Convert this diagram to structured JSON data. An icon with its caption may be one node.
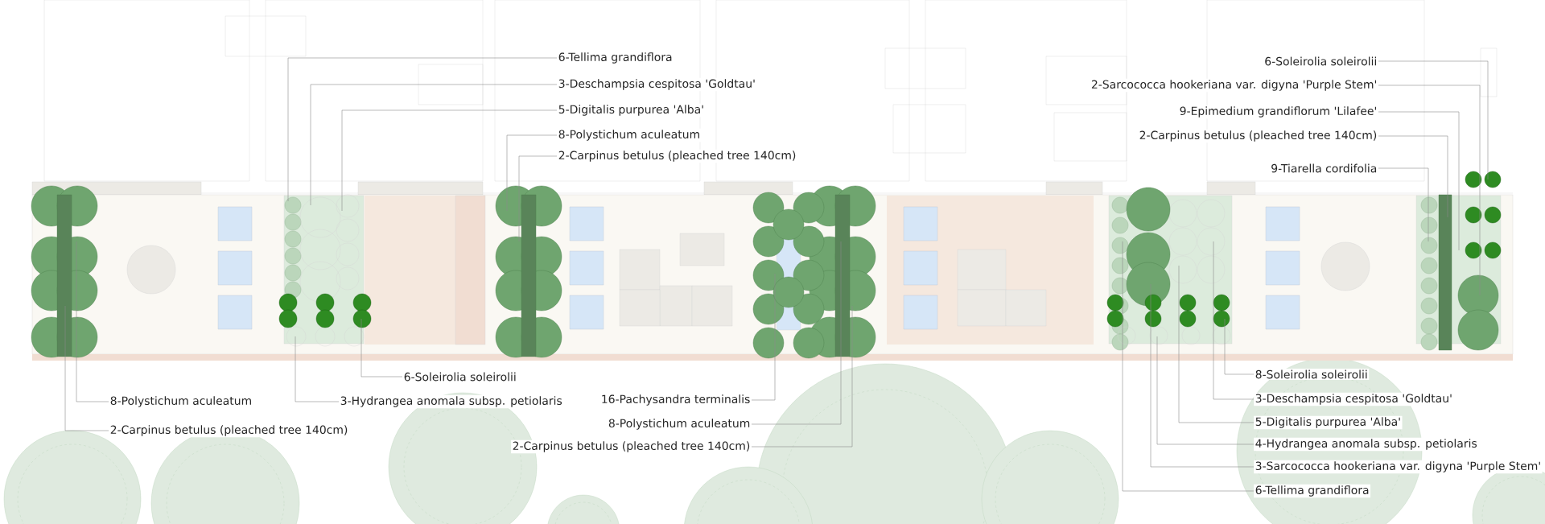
{
  "diagram": {
    "nodes": [
      {
        "text": [
          "6-Tellima grandiflora"
        ]
      },
      {
        "text": [
          "3-Deschampsia cespitosa 'Goldtau'"
        ]
      },
      {
        "text": [
          "5-Digitalis purpurea 'Alba'"
        ]
      },
      {
        "text": [
          "8-Polystichum aculeatum"
        ]
      },
      {
        "text": [
          "2-Carpinus betulus (pleached tree 140cm)"
        ]
      },
      {
        "text": [
          "6-Soleirolia soleirolii"
        ]
      },
      {
        "text": [
          "2-Sarcococca hookeriana var. digyna 'Purple Stem'"
        ]
      },
      {
        "text": [
          "9-Epimedium grandiflorum 'Lilafee'"
        ]
      },
      {
        "text": [
          "2-Carpinus betulus (pleached tree 140cm)"
        ]
      },
      {
        "text": [
          "9-Tiarella cordifolia"
        ]
      },
      {
        "text": [
          "6-Soleirolia soleirolii"
        ]
      },
      {
        "text": [
          "8-Polystichum aculeatum"
        ]
      },
      {
        "text": [
          "3-Hydrangea anomala subsp. petiolaris"
        ]
      },
      {
        "text": [
          "2-Carpinus betulus (pleached tree 140cm)"
        ]
      },
      {
        "text": [
          "16-Pachysandra terminalis"
        ]
      },
      {
        "text": [
          "8-Polystichum aculeatum"
        ]
      },
      {
        "text": [
          "2-Carpinus betulus (pleached tree 140cm)"
        ]
      },
      {
        "text": [
          "8-Soleirolia soleirolii"
        ]
      },
      {
        "text": [
          "3-Deschampsia cespitosa 'Goldtau'"
        ]
      },
      {
        "text": [
          "5-Digitalis purpurea 'Alba'"
        ]
      },
      {
        "text": [
          "4-Hydrangea anomala subsp. petiolaris"
        ]
      },
      {
        "text": [
          "3-Sarcococca hookeriana var. digyna 'Purple Stem'"
        ]
      },
      {
        "text": [
          "6-Tellima grandiflora"
        ]
      }
    ],
    "edges": [
      {
        "from": 0,
        "to": null,
        "arrow": "none"
      },
      {
        "from": 1,
        "to": null,
        "arrow": "none"
      },
      {
        "from": 2,
        "to": null,
        "arrow": "none"
      },
      {
        "from": 3,
        "to": null,
        "arrow": "none"
      },
      {
        "from": 4,
        "to": null,
        "arrow": "none"
      },
      {
        "from": 5,
        "to": null,
        "arrow": "none"
      },
      {
        "from": 6,
        "to": null,
        "arrow": "none"
      },
      {
        "from": 7,
        "to": null,
        "arrow": "none"
      },
      {
        "from": 8,
        "to": null,
        "arrow": "none"
      },
      {
        "from": 9,
        "to": null,
        "arrow": "none"
      },
      {
        "from": 10,
        "to": null,
        "arrow": "none"
      },
      {
        "from": 11,
        "to": null,
        "arrow": "none"
      },
      {
        "from": 12,
        "to": null,
        "arrow": "none"
      },
      {
        "from": 13,
        "to": null,
        "arrow": "none"
      },
      {
        "from": 14,
        "to": null,
        "arrow": "none"
      },
      {
        "from": 15,
        "to": null,
        "arrow": "none"
      },
      {
        "from": 16,
        "to": null,
        "arrow": "none"
      },
      {
        "from": 17,
        "to": null,
        "arrow": "none"
      },
      {
        "from": 18,
        "to": null,
        "arrow": "none"
      },
      {
        "from": 19,
        "to": null,
        "arrow": "none"
      },
      {
        "from": 20,
        "to": null,
        "arrow": "none"
      },
      {
        "from": 21,
        "to": null,
        "arrow": "none"
      },
      {
        "from": 22,
        "to": null,
        "arrow": "none"
      }
    ]
  }
}
